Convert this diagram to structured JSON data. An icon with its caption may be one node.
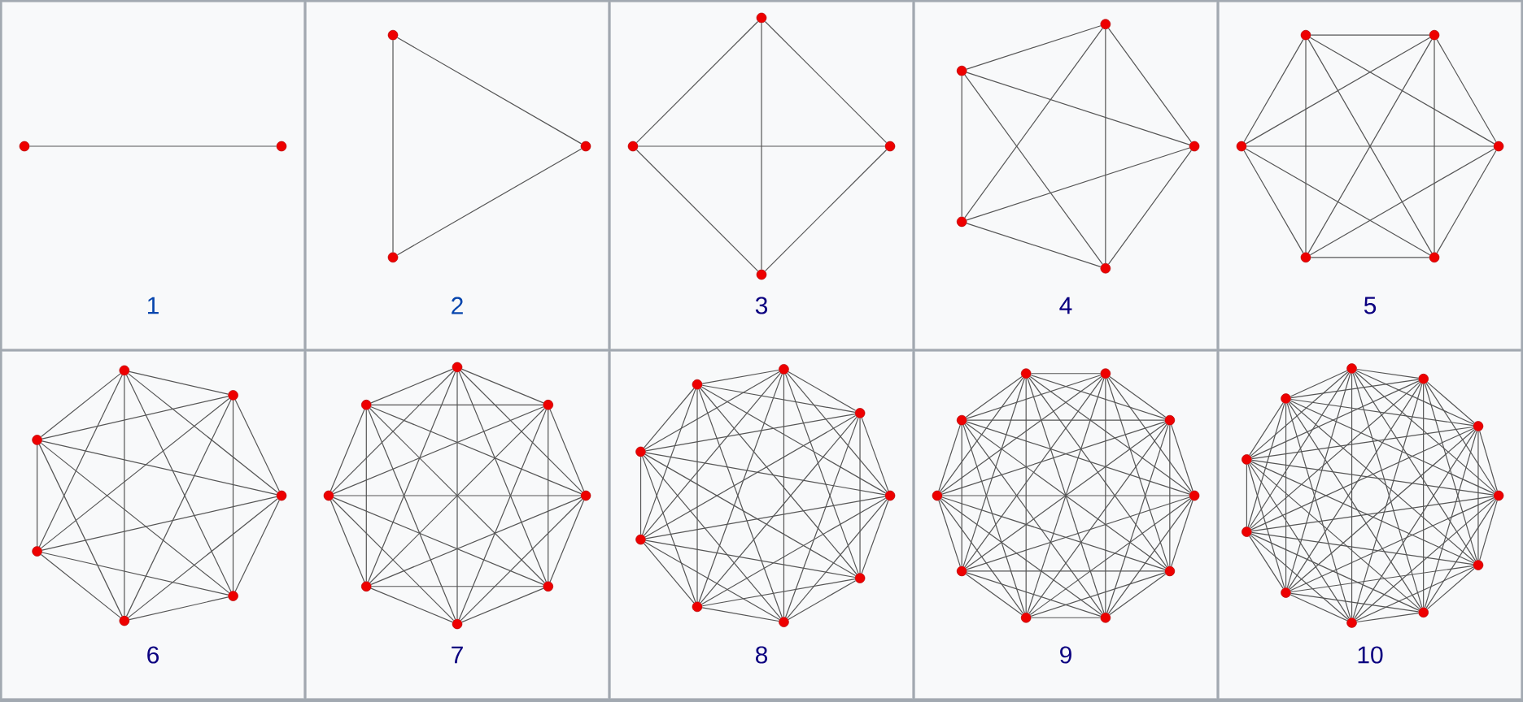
{
  "diagram": {
    "nodes": [
      {
        "text": [
          "1"
        ]
      },
      {
        "text": [],
        "shape": "circle",
        "in": 0
      },
      {
        "text": [],
        "shape": "circle",
        "in": 0
      },
      {
        "text": [
          "2"
        ]
      },
      {
        "text": [],
        "shape": "circle",
        "in": 3
      },
      {
        "text": [],
        "shape": "circle",
        "in": 3
      },
      {
        "text": [],
        "shape": "circle",
        "in": 3
      },
      {
        "text": [
          "3"
        ]
      },
      {
        "text": [],
        "shape": "circle",
        "in": 7
      },
      {
        "text": [],
        "shape": "circle",
        "in": 7
      },
      {
        "text": [],
        "shape": "circle",
        "in": 7
      },
      {
        "text": [],
        "shape": "circle",
        "in": 7
      },
      {
        "text": [
          "4"
        ]
      },
      {
        "text": [],
        "shape": "circle",
        "in": 12
      },
      {
        "text": [],
        "shape": "circle",
        "in": 12
      },
      {
        "text": [],
        "shape": "circle",
        "in": 12
      },
      {
        "text": [],
        "shape": "circle",
        "in": 12
      },
      {
        "text": [],
        "shape": "circle",
        "in": 12
      },
      {
        "text": [
          "5"
        ]
      },
      {
        "text": [],
        "shape": "circle",
        "in": 18
      },
      {
        "text": [],
        "shape": "circle",
        "in": 18
      },
      {
        "text": [],
        "shape": "circle",
        "in": 18
      },
      {
        "text": [],
        "shape": "circle",
        "in": 18
      },
      {
        "text": [],
        "shape": "circle",
        "in": 18
      },
      {
        "text": [],
        "shape": "circle",
        "in": 18
      },
      {
        "text": [
          "6"
        ]
      },
      {
        "text": [],
        "shape": "circle",
        "in": 25
      },
      {
        "text": [],
        "shape": "circle",
        "in": 25
      },
      {
        "text": [],
        "shape": "circle",
        "in": 25
      },
      {
        "text": [],
        "shape": "circle",
        "in": 25
      },
      {
        "text": [],
        "shape": "circle",
        "in": 25
      },
      {
        "text": [],
        "shape": "circle",
        "in": 25
      },
      {
        "text": [],
        "shape": "circle",
        "in": 25
      },
      {
        "text": [
          "7"
        ]
      },
      {
        "text": [],
        "shape": "circle",
        "in": 33
      },
      {
        "text": [],
        "shape": "circle",
        "in": 33
      },
      {
        "text": [],
        "shape": "circle",
        "in": 33
      },
      {
        "text": [],
        "shape": "circle",
        "in": 33
      },
      {
        "text": [],
        "shape": "circle",
        "in": 33
      },
      {
        "text": [],
        "shape": "circle",
        "in": 33
      },
      {
        "text": [],
        "shape": "circle",
        "in": 33
      },
      {
        "text": [],
        "shape": "circle",
        "in": 33
      },
      {
        "text": [
          "8"
        ]
      },
      {
        "text": [],
        "shape": "circle",
        "in": 42
      },
      {
        "text": [],
        "shape": "circle",
        "in": 42
      },
      {
        "text": [],
        "shape": "circle",
        "in": 42
      },
      {
        "text": [],
        "shape": "circle",
        "in": 42
      },
      {
        "text": [],
        "shape": "circle",
        "in": 42
      },
      {
        "text": [],
        "shape": "circle",
        "in": 42
      },
      {
        "text": [],
        "shape": "circle",
        "in": 42
      },
      {
        "text": [],
        "shape": "circle",
        "in": 42
      },
      {
        "text": [],
        "shape": "circle",
        "in": 42
      },
      {
        "text": [
          "9"
        ]
      },
      {
        "text": [],
        "shape": "circle",
        "in": 52
      },
      {
        "text": [],
        "shape": "circle",
        "in": 52
      },
      {
        "text": [],
        "shape": "circle",
        "in": 52
      },
      {
        "text": [],
        "shape": "circle",
        "in": 52
      },
      {
        "text": [],
        "shape": "circle",
        "in": 52
      },
      {
        "text": [],
        "shape": "circle",
        "in": 52
      },
      {
        "text": [],
        "shape": "circle",
        "in": 52
      },
      {
        "text": [],
        "shape": "circle",
        "in": 52
      },
      {
        "text": [],
        "shape": "circle",
        "in": 52
      },
      {
        "text": [],
        "shape": "circle",
        "in": 52
      },
      {
        "text": [
          "10"
        ]
      },
      {
        "text": [],
        "shape": "circle",
        "in": 63
      },
      {
        "text": [],
        "shape": "circle",
        "in": 63
      },
      {
        "text": [],
        "shape": "circle",
        "in": 63
      },
      {
        "text": [],
        "shape": "circle",
        "in": 63
      },
      {
        "text": [],
        "shape": "circle",
        "in": 63
      },
      {
        "text": [],
        "shape": "circle",
        "in": 63
      },
      {
        "text": [],
        "shape": "circle",
        "in": 63
      },
      {
        "text": [],
        "shape": "circle",
        "in": 63
      },
      {
        "text": [],
        "shape": "circle",
        "in": 63
      },
      {
        "text": [],
        "shape": "circle",
        "in": 63
      },
      {
        "text": [],
        "shape": "circle",
        "in": 63
      }
    ],
    "edges": [
      {
        "from": 1,
        "to": 2,
        "arrow": "none"
      },
      {
        "from": 4,
        "to": 5,
        "arrow": "none"
      },
      {
        "from": 4,
        "to": 6,
        "arrow": "none"
      },
      {
        "from": 5,
        "to": 6,
        "arrow": "none"
      },
      {
        "from": 8,
        "to": 9,
        "arrow": "none"
      },
      {
        "from": 8,
        "to": 10,
        "arrow": "none"
      },
      {
        "from": 8,
        "to": 11,
        "arrow": "none"
      },
      {
        "from": 9,
        "to": 10,
        "arrow": "none"
      },
      {
        "from": 9,
        "to": 11,
        "arrow": "none"
      },
      {
        "from": 10,
        "to": 11,
        "arrow": "none"
      },
      {
        "from": 13,
        "to": 14,
        "arrow": "none"
      },
      {
        "from": 13,
        "to": 15,
        "arrow": "none"
      },
      {
        "from": 13,
        "to": 16,
        "arrow": "none"
      },
      {
        "from": 13,
        "to": 17,
        "arrow": "none"
      },
      {
        "from": 14,
        "to": 15,
        "arrow": "none"
      },
      {
        "from": 14,
        "to": 16,
        "arrow": "none"
      },
      {
        "from": 14,
        "to": 17,
        "arrow": "none"
      },
      {
        "from": 15,
        "to": 16,
        "arrow": "none"
      },
      {
        "from": 15,
        "to": 17,
        "arrow": "none"
      },
      {
        "from": 16,
        "to": 17,
        "arrow": "none"
      },
      {
        "from": 19,
        "to": 20,
        "arrow": "none"
      },
      {
        "from": 19,
        "to": 21,
        "arrow": "none"
      },
      {
        "from": 19,
        "to": 22,
        "arrow": "none"
      },
      {
        "from": 19,
        "to": 23,
        "arrow": "none"
      },
      {
        "from": 19,
        "to": 24,
        "arrow": "none"
      },
      {
        "from": 20,
        "to": 21,
        "arrow": "none"
      },
      {
        "from": 20,
        "to": 22,
        "arrow": "none"
      },
      {
        "from": 20,
        "to": 23,
        "arrow": "none"
      },
      {
        "from": 20,
        "to": 24,
        "arrow": "none"
      },
      {
        "from": 21,
        "to": 22,
        "arrow": "none"
      },
      {
        "from": 21,
        "to": 23,
        "arrow": "none"
      },
      {
        "from": 21,
        "to": 24,
        "arrow": "none"
      },
      {
        "from": 22,
        "to": 23,
        "arrow": "none"
      },
      {
        "from": 22,
        "to": 24,
        "arrow": "none"
      },
      {
        "from": 23,
        "to": 24,
        "arrow": "none"
      },
      {
        "from": 26,
        "to": 27,
        "arrow": "none"
      },
      {
        "from": 26,
        "to": 28,
        "arrow": "none"
      },
      {
        "from": 26,
        "to": 29,
        "arrow": "none"
      },
      {
        "from": 26,
        "to": 30,
        "arrow": "none"
      },
      {
        "from": 26,
        "to": 31,
        "arrow": "none"
      },
      {
        "from": 26,
        "to": 32,
        "arrow": "none"
      },
      {
        "from": 27,
        "to": 28,
        "arrow": "none"
      },
      {
        "from": 27,
        "to": 29,
        "arrow": "none"
      },
      {
        "from": 27,
        "to": 30,
        "arrow": "none"
      },
      {
        "from": 27,
        "to": 31,
        "arrow": "none"
      },
      {
        "from": 27,
        "to": 32,
        "arrow": "none"
      },
      {
        "from": 28,
        "to": 29,
        "arrow": "none"
      },
      {
        "from": 28,
        "to": 30,
        "arrow": "none"
      },
      {
        "from": 28,
        "to": 31,
        "arrow": "none"
      },
      {
        "from": 28,
        "to": 32,
        "arrow": "none"
      },
      {
        "from": 29,
        "to": 30,
        "arrow": "none"
      },
      {
        "from": 29,
        "to": 31,
        "arrow": "none"
      },
      {
        "from": 29,
        "to": 32,
        "arrow": "none"
      },
      {
        "from": 30,
        "to": 31,
        "arrow": "none"
      },
      {
        "from": 30,
        "to": 32,
        "arrow": "none"
      },
      {
        "from": 31,
        "to": 32,
        "arrow": "none"
      },
      {
        "from": 34,
        "to": 35,
        "arrow": "none"
      },
      {
        "from": 34,
        "to": 36,
        "arrow": "none"
      },
      {
        "from": 34,
        "to": 37,
        "arrow": "none"
      },
      {
        "from": 34,
        "to": 38,
        "arrow": "none"
      },
      {
        "from": 34,
        "to": 39,
        "arrow": "none"
      },
      {
        "from": 34,
        "to": 40,
        "arrow": "none"
      },
      {
        "from": 34,
        "to": 41,
        "arrow": "none"
      },
      {
        "from": 35,
        "to": 36,
        "arrow": "none"
      },
      {
        "from": 35,
        "to": 37,
        "arrow": "none"
      },
      {
        "from": 35,
        "to": 38,
        "arrow": "none"
      },
      {
        "from": 35,
        "to": 39,
        "arrow": "none"
      },
      {
        "from": 35,
        "to": 40,
        "arrow": "none"
      },
      {
        "from": 35,
        "to": 41,
        "arrow": "none"
      },
      {
        "from": 36,
        "to": 37,
        "arrow": "none"
      },
      {
        "from": 36,
        "to": 38,
        "arrow": "none"
      },
      {
        "from": 36,
        "to": 39,
        "arrow": "none"
      },
      {
        "from": 36,
        "to": 40,
        "arrow": "none"
      },
      {
        "from": 36,
        "to": 41,
        "arrow": "none"
      },
      {
        "from": 37,
        "to": 38,
        "arrow": "none"
      },
      {
        "from": 37,
        "to": 39,
        "arrow": "none"
      },
      {
        "from": 37,
        "to": 40,
        "arrow": "none"
      },
      {
        "from": 37,
        "to": 41,
        "arrow": "none"
      },
      {
        "from": 38,
        "to": 39,
        "arrow": "none"
      },
      {
        "from": 38,
        "to": 40,
        "arrow": "none"
      },
      {
        "from": 38,
        "to": 41,
        "arrow": "none"
      },
      {
        "from": 39,
        "to": 40,
        "arrow": "none"
      },
      {
        "from": 39,
        "to": 41,
        "arrow": "none"
      },
      {
        "from": 40,
        "to": 41,
        "arrow": "none"
      },
      {
        "from": 43,
        "to": 44,
        "arrow": "none"
      },
      {
        "from": 43,
        "to": 45,
        "arrow": "none"
      },
      {
        "from": 43,
        "to": 46,
        "arrow": "none"
      },
      {
        "from": 43,
        "to": 47,
        "arrow": "none"
      },
      {
        "from": 43,
        "to": 48,
        "arrow": "none"
      },
      {
        "from": 43,
        "to": 49,
        "arrow": "none"
      },
      {
        "from": 43,
        "to": 50,
        "arrow": "none"
      },
      {
        "from": 43,
        "to": 51,
        "arrow": "none"
      },
      {
        "from": 44,
        "to": 45,
        "arrow": "none"
      },
      {
        "from": 44,
        "to": 46,
        "arrow": "none"
      },
      {
        "from": 44,
        "to": 47,
        "arrow": "none"
      },
      {
        "from": 44,
        "to": 48,
        "arrow": "none"
      },
      {
        "from": 44,
        "to": 49,
        "arrow": "none"
      },
      {
        "from": 44,
        "to": 50,
        "arrow": "none"
      },
      {
        "from": 44,
        "to": 51,
        "arrow": "none"
      },
      {
        "from": 45,
        "to": 46,
        "arrow": "none"
      },
      {
        "from": 45,
        "to": 47,
        "arrow": "none"
      },
      {
        "from": 45,
        "to": 48,
        "arrow": "none"
      },
      {
        "from": 45,
        "to": 49,
        "arrow": "none"
      },
      {
        "from": 45,
        "to": 50,
        "arrow": "none"
      },
      {
        "from": 45,
        "to": 51,
        "arrow": "none"
      },
      {
        "from": 46,
        "to": 47,
        "arrow": "none"
      },
      {
        "from": 46,
        "to": 48,
        "arrow": "none"
      },
      {
        "from": 46,
        "to": 49,
        "arrow": "none"
      },
      {
        "from": 46,
        "to": 50,
        "arrow": "none"
      },
      {
        "from": 46,
        "to": 51,
        "arrow": "none"
      },
      {
        "from": 47,
        "to": 48,
        "arrow": "none"
      },
      {
        "from": 47,
        "to": 49,
        "arrow": "none"
      },
      {
        "from": 47,
        "to": 50,
        "arrow": "none"
      },
      {
        "from": 47,
        "to": 51,
        "arrow": "none"
      },
      {
        "from": 48,
        "to": 49,
        "arrow": "none"
      },
      {
        "from": 48,
        "to": 50,
        "arrow": "none"
      },
      {
        "from": 48,
        "to": 51,
        "arrow": "none"
      },
      {
        "from": 49,
        "to": 50,
        "arrow": "none"
      },
      {
        "from": 49,
        "to": 51,
        "arrow": "none"
      },
      {
        "from": 50,
        "to": 51,
        "arrow": "none"
      },
      {
        "from": 53,
        "to": 54,
        "arrow": "none"
      },
      {
        "from": 53,
        "to": 55,
        "arrow": "none"
      },
      {
        "from": 53,
        "to": 56,
        "arrow": "none"
      },
      {
        "from": 53,
        "to": 57,
        "arrow": "none"
      },
      {
        "from": 53,
        "to": 58,
        "arrow": "none"
      },
      {
        "from": 53,
        "to": 59,
        "arrow": "none"
      },
      {
        "from": 53,
        "to": 60,
        "arrow": "none"
      },
      {
        "from": 53,
        "to": 61,
        "arrow": "none"
      },
      {
        "from": 53,
        "to": 62,
        "arrow": "none"
      },
      {
        "from": 54,
        "to": 55,
        "arrow": "none"
      },
      {
        "from": 54,
        "to": 56,
        "arrow": "none"
      },
      {
        "from": 54,
        "to": 57,
        "arrow": "none"
      },
      {
        "from": 54,
        "to": 58,
        "arrow": "none"
      },
      {
        "from": 54,
        "to": 59,
        "arrow": "none"
      },
      {
        "from": 54,
        "to": 60,
        "arrow": "none"
      },
      {
        "from": 54,
        "to": 61,
        "arrow": "none"
      },
      {
        "from": 54,
        "to": 62,
        "arrow": "none"
      },
      {
        "from": 55,
        "to": 56,
        "arrow": "none"
      },
      {
        "from": 55,
        "to": 57,
        "arrow": "none"
      },
      {
        "from": 55,
        "to": 58,
        "arrow": "none"
      },
      {
        "from": 55,
        "to": 59,
        "arrow": "none"
      },
      {
        "from": 55,
        "to": 60,
        "arrow": "none"
      },
      {
        "from": 55,
        "to": 61,
        "arrow": "none"
      },
      {
        "from": 55,
        "to": 62,
        "arrow": "none"
      },
      {
        "from": 56,
        "to": 57,
        "arrow": "none"
      },
      {
        "from": 56,
        "to": 58,
        "arrow": "none"
      },
      {
        "from": 56,
        "to": 59,
        "arrow": "none"
      },
      {
        "from": 56,
        "to": 60,
        "arrow": "none"
      },
      {
        "from": 56,
        "to": 61,
        "arrow": "none"
      },
      {
        "from": 56,
        "to": 62,
        "arrow": "none"
      },
      {
        "from": 57,
        "to": 58,
        "arrow": "none"
      },
      {
        "from": 57,
        "to": 59,
        "arrow": "none"
      },
      {
        "from": 57,
        "to": 60,
        "arrow": "none"
      },
      {
        "from": 57,
        "to": 61,
        "arrow": "none"
      },
      {
        "from": 57,
        "to": 62,
        "arrow": "none"
      },
      {
        "from": 58,
        "to": 59,
        "arrow": "none"
      },
      {
        "from": 58,
        "to": 60,
        "arrow": "none"
      },
      {
        "from": 58,
        "to": 61,
        "arrow": "none"
      },
      {
        "from": 58,
        "to": 62,
        "arrow": "none"
      },
      {
        "from": 59,
        "to": 60,
        "arrow": "none"
      },
      {
        "from": 59,
        "to": 61,
        "arrow": "none"
      },
      {
        "from": 59,
        "to": 62,
        "arrow": "none"
      },
      {
        "from": 60,
        "to": 61,
        "arrow": "none"
      },
      {
        "from": 60,
        "to": 62,
        "arrow": "none"
      },
      {
        "from": 61,
        "to": 62,
        "arrow": "none"
      },
      {
        "from": 64,
        "to": 65,
        "arrow": "none"
      },
      {
        "from": 64,
        "to": 66,
        "arrow": "none"
      },
      {
        "from": 64,
        "to": 67,
        "arrow": "none"
      },
      {
        "from": 64,
        "to": 68,
        "arrow": "none"
      },
      {
        "from": 64,
        "to": 69,
        "arrow": "none"
      },
      {
        "from": 64,
        "to": 70,
        "arrow": "none"
      },
      {
        "from": 64,
        "to": 71,
        "arrow": "none"
      },
      {
        "from": 64,
        "to": 72,
        "arrow": "none"
      },
      {
        "from": 64,
        "to": 73,
        "arrow": "none"
      },
      {
        "from": 64,
        "to": 74,
        "arrow": "none"
      },
      {
        "from": 65,
        "to": 66,
        "arrow": "none"
      },
      {
        "from": 65,
        "to": 67,
        "arrow": "none"
      },
      {
        "from": 65,
        "to": 68,
        "arrow": "none"
      },
      {
        "from": 65,
        "to": 69,
        "arrow": "none"
      },
      {
        "from": 65,
        "to": 70,
        "arrow": "none"
      },
      {
        "from": 65,
        "to": 71,
        "arrow": "none"
      },
      {
        "from": 65,
        "to": 72,
        "arrow": "none"
      },
      {
        "from": 65,
        "to": 73,
        "arrow": "none"
      },
      {
        "from": 65,
        "to": 74,
        "arrow": "none"
      },
      {
        "from": 66,
        "to": 67,
        "arrow": "none"
      },
      {
        "from": 66,
        "to": 68,
        "arrow": "none"
      },
      {
        "from": 66,
        "to": 69,
        "arrow": "none"
      },
      {
        "from": 66,
        "to": 70,
        "arrow": "none"
      },
      {
        "from": 66,
        "to": 71,
        "arrow": "none"
      },
      {
        "from": 66,
        "to": 72,
        "arrow": "none"
      },
      {
        "from": 66,
        "to": 73,
        "arrow": "none"
      },
      {
        "from": 66,
        "to": 74,
        "arrow": "none"
      },
      {
        "from": 67,
        "to": 68,
        "arrow": "none"
      },
      {
        "from": 67,
        "to": 69,
        "arrow": "none"
      },
      {
        "from": 67,
        "to": 70,
        "arrow": "none"
      },
      {
        "from": 67,
        "to": 71,
        "arrow": "none"
      },
      {
        "from": 67,
        "to": 72,
        "arrow": "none"
      },
      {
        "from": 67,
        "to": 73,
        "arrow": "none"
      },
      {
        "from": 67,
        "to": 74,
        "arrow": "none"
      },
      {
        "from": 68,
        "to": 69,
        "arrow": "none"
      },
      {
        "from": 68,
        "to": 70,
        "arrow": "none"
      },
      {
        "from": 68,
        "to": 71,
        "arrow": "none"
      },
      {
        "from": 68,
        "to": 72,
        "arrow": "none"
      },
      {
        "from": 68,
        "to": 73,
        "arrow": "none"
      },
      {
        "from": 68,
        "to": 74,
        "arrow": "none"
      },
      {
        "from": 69,
        "to": 70,
        "arrow": "none"
      },
      {
        "from": 69,
        "to": 71,
        "arrow": "none"
      },
      {
        "from": 69,
        "to": 72,
        "arrow": "none"
      },
      {
        "from": 69,
        "to": 73,
        "arrow": "none"
      },
      {
        "from": 69,
        "to": 74,
        "arrow": "none"
      },
      {
        "from": 70,
        "to": 71,
        "arrow": "none"
      },
      {
        "from": 70,
        "to": 72,
        "arrow": "none"
      },
      {
        "from": 70,
        "to": 73,
        "arrow": "none"
      },
      {
        "from": 70,
        "to": 74,
        "arrow": "none"
      },
      {
        "from": 71,
        "to": 72,
        "arrow": "none"
      },
      {
        "from": 71,
        "to": 73,
        "arrow": "none"
      },
      {
        "from": 71,
        "to": 74,
        "arrow": "none"
      },
      {
        "from": 72,
        "to": 73,
        "arrow": "none"
      },
      {
        "from": 72,
        "to": 74,
        "arrow": "none"
      },
      {
        "from": 73,
        "to": 74,
        "arrow": "none"
      }
    ]
  }
}
